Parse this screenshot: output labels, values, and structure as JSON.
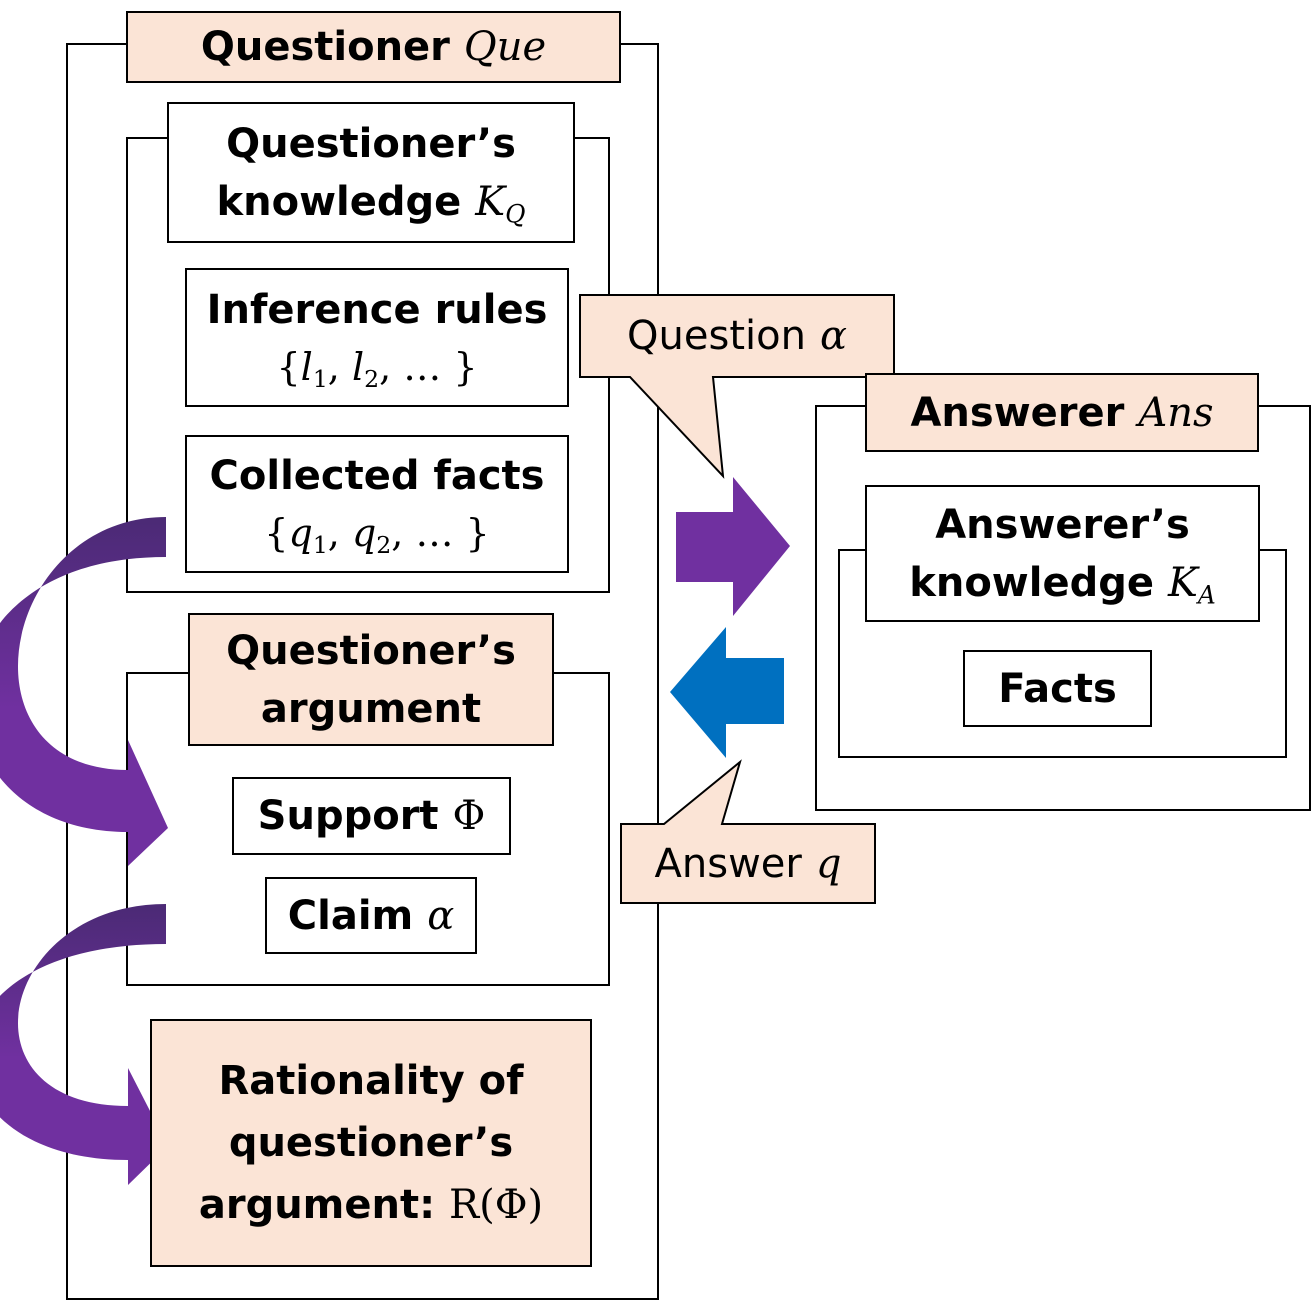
{
  "questioner": {
    "title": "Questioner",
    "symbol": "Que",
    "knowledge": {
      "title_line1": "Questioner’s",
      "title_line2": "knowledge",
      "symbol": "K",
      "subscript": "Q",
      "inference_rules": {
        "label": "Inference rules",
        "set_open": "{",
        "item1": "l",
        "item1_sub": "1",
        "item2": "l",
        "item2_sub": "2",
        "set_rest": ", … }"
      },
      "collected_facts": {
        "label": "Collected facts",
        "set_open": "{",
        "item1": "q",
        "item1_sub": "1",
        "item2": "q",
        "item2_sub": "2",
        "set_rest": ", … }"
      }
    },
    "argument": {
      "title_line1": "Questioner’s",
      "title_line2": "argument",
      "support": {
        "label": "Support",
        "symbol": "Φ"
      },
      "claim": {
        "label": "Claim",
        "symbol": "α"
      }
    },
    "rationality": {
      "line1": "Rationality of",
      "line2": "questioner’s",
      "line3": "argument:",
      "symbol": "R(Φ)"
    }
  },
  "answerer": {
    "title": "Answerer",
    "symbol": "Ans",
    "knowledge": {
      "title_line1": "Answerer’s",
      "title_line2": "knowledge",
      "symbol": "K",
      "subscript": "A",
      "facts_label": "Facts"
    }
  },
  "messages": {
    "question": {
      "label": "Question",
      "symbol": "α"
    },
    "answer": {
      "label": "Answer",
      "symbol": "q"
    }
  },
  "colors": {
    "peach": "#fbe4d6",
    "purple": "#7030a0",
    "purple_dark": "#4b2a75",
    "blue": "#0070c0"
  }
}
